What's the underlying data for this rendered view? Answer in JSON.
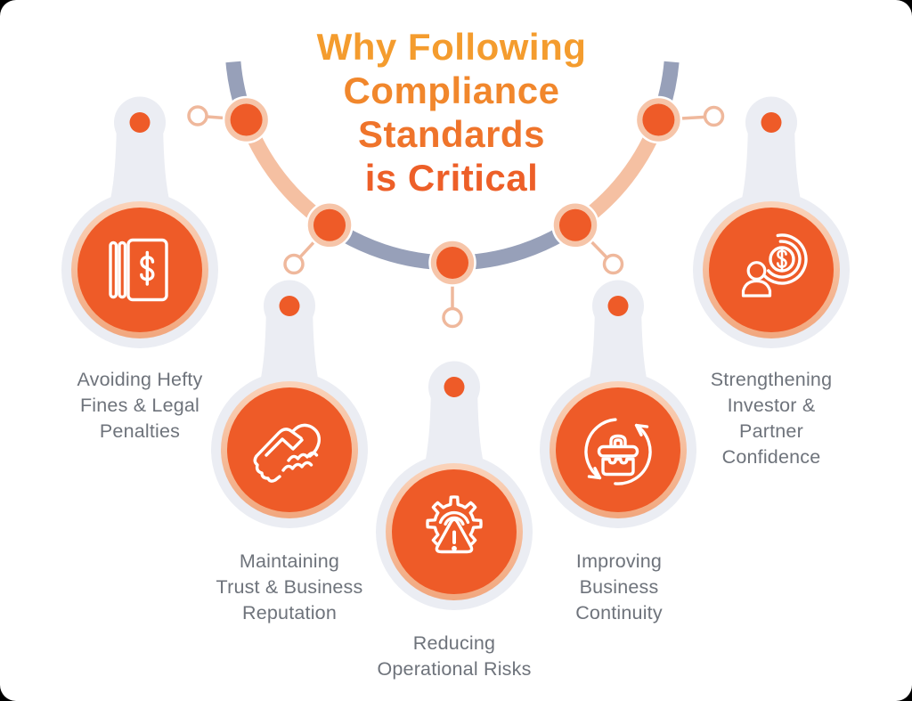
{
  "title": {
    "lines": [
      {
        "text": "Why Following"
      },
      {
        "text": "Compliance"
      },
      {
        "text": "Standards"
      },
      {
        "text": "is Critical"
      }
    ]
  },
  "items": [
    {
      "id": "avoiding-fines",
      "icon": "ledger-dollar-icon",
      "label_lines": [
        "Avoiding Hefty",
        "Fines & Legal",
        "Penalties"
      ]
    },
    {
      "id": "trust-reputation",
      "icon": "handshake-icon",
      "label_lines": [
        "Maintaining",
        "Trust & Business",
        "Reputation"
      ]
    },
    {
      "id": "operational-risks",
      "icon": "gear-warning-icon",
      "label_lines": [
        "Reducing",
        "Operational Risks"
      ]
    },
    {
      "id": "business-continuity",
      "icon": "briefcase-cycle-icon",
      "label_lines": [
        "Improving",
        "Business",
        "Continuity"
      ]
    },
    {
      "id": "investor-confidence",
      "icon": "person-dollar-icon",
      "label_lines": [
        "Strengthening",
        "Investor &",
        "Partner",
        "Confidence"
      ]
    }
  ],
  "colors": {
    "orange": "#EE5B28",
    "peach": "#F5C0A2",
    "peach_line": "#EFB89C",
    "node_peach": "#F6C5A9",
    "slate": "#97A0B9",
    "balloon_gray": "#EBEDF3",
    "text_gray": "#6E737B",
    "title_c0": "#F49C2E",
    "title_c1": "#F1872C",
    "title_c2": "#EF742B",
    "title_c3": "#ED5F28",
    "background": "#FFFFFF",
    "corner": "#000000"
  }
}
